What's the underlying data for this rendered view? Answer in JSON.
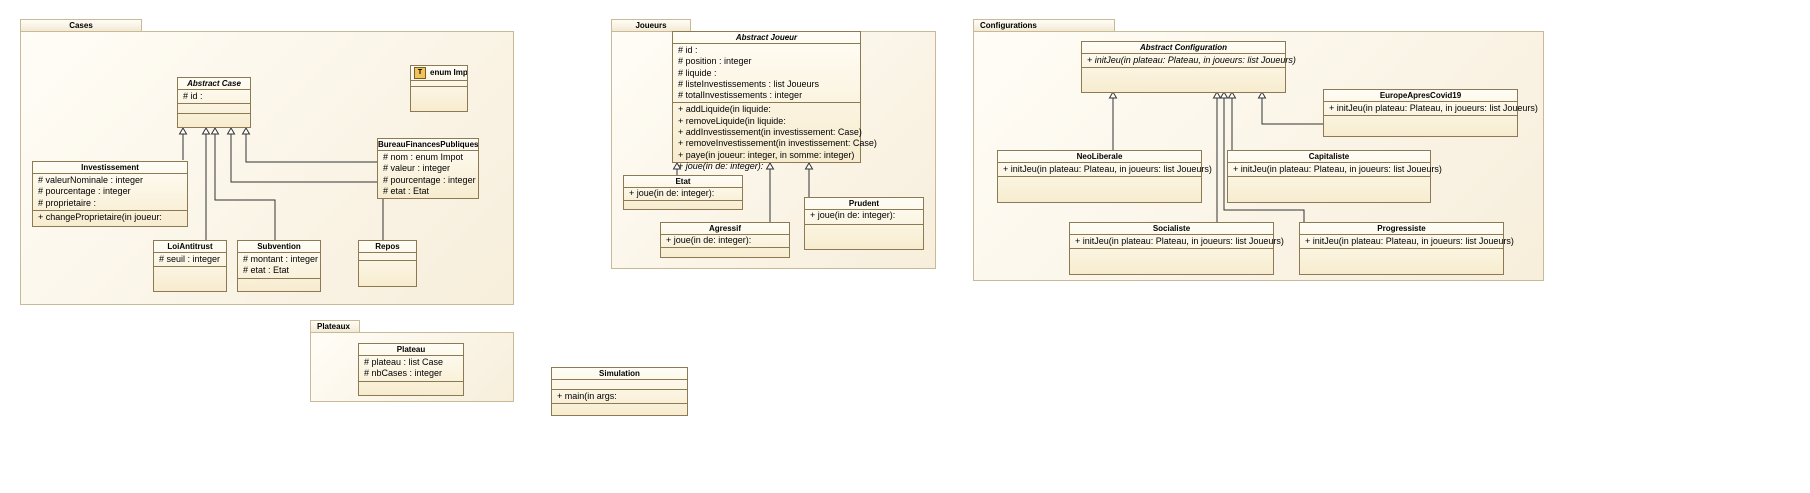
{
  "packages": {
    "cases": "Cases",
    "joueurs": "Joueurs",
    "configurations": "Configurations",
    "plateaux": "Plateaux"
  },
  "classes": {
    "abstract_case": {
      "name": "Abstract Case",
      "attributes": [
        "# id :"
      ]
    },
    "enum_impot": {
      "name": "enum Impot",
      "badge": "T"
    },
    "investissement": {
      "name": "Investissement",
      "attributes": [
        "# valeurNominale : integer",
        "# pourcentage : integer",
        "# proprietaire :"
      ],
      "operations": [
        "+ changeProprietaire(in joueur:"
      ]
    },
    "bureau": {
      "name": "BureauFinancesPubliques",
      "attributes": [
        "# nom : enum Impot",
        "# valeur : integer",
        "# pourcentage : integer",
        "# etat : Etat"
      ]
    },
    "loiantitrust": {
      "name": "LoiAntitrust",
      "attributes": [
        "# seuil : integer"
      ]
    },
    "subvention": {
      "name": "Subvention",
      "attributes": [
        "# montant : integer",
        "# etat : Etat"
      ]
    },
    "repos": {
      "name": "Repos"
    },
    "abstract_joueur": {
      "name": "Abstract Joueur",
      "attributes": [
        "# id :",
        "# position : integer",
        "# liquide :",
        "# listeInvestissements : list Joueurs",
        "# totalInvestissements : integer"
      ],
      "operations": [
        "+ addLiquide(in liquide:",
        "+ removeLiquide(in liquide:",
        "+ addInvestissement(in investissement: Case)",
        "+ removeInvestissement(in investissement: Case)",
        "+ paye(in joueur: integer, in somme: integer)"
      ],
      "abstract_operation": "+ joue(in de: integer):"
    },
    "etat": {
      "name": "Etat",
      "operations": [
        "+ joue(in de: integer):"
      ]
    },
    "agressif": {
      "name": "Agressif",
      "operations": [
        "+ joue(in de: integer):"
      ]
    },
    "prudent": {
      "name": "Prudent",
      "operations": [
        "+ joue(in de: integer):"
      ]
    },
    "abstract_configuration": {
      "name": "Abstract Configuration",
      "operations": [
        "+ initJeu(in plateau: Plateau, in joueurs: list Joueurs)"
      ]
    },
    "europe": {
      "name": "EuropeApresCovid19",
      "operations": [
        "+ initJeu(in plateau: Plateau, in joueurs: list Joueurs)"
      ]
    },
    "neoliberale": {
      "name": "NeoLiberale",
      "operations": [
        "+ initJeu(in plateau: Plateau, in joueurs: list Joueurs)"
      ]
    },
    "capitaliste": {
      "name": "Capitaliste",
      "operations": [
        "+ initJeu(in plateau: Plateau, in joueurs: list Joueurs)"
      ]
    },
    "socialiste": {
      "name": "Socialiste",
      "operations": [
        "+ initJeu(in plateau: Plateau, in joueurs: list Joueurs)"
      ]
    },
    "progressiste": {
      "name": "Progressiste",
      "operations": [
        "+ initJeu(in plateau: Plateau, in joueurs: list Joueurs)"
      ]
    },
    "plateau": {
      "name": "Plateau",
      "attributes": [
        "# plateau : list Case",
        "# nbCases : integer"
      ]
    },
    "simulation": {
      "name": "Simulation",
      "operations": [
        "+ main(in args:"
      ]
    }
  }
}
